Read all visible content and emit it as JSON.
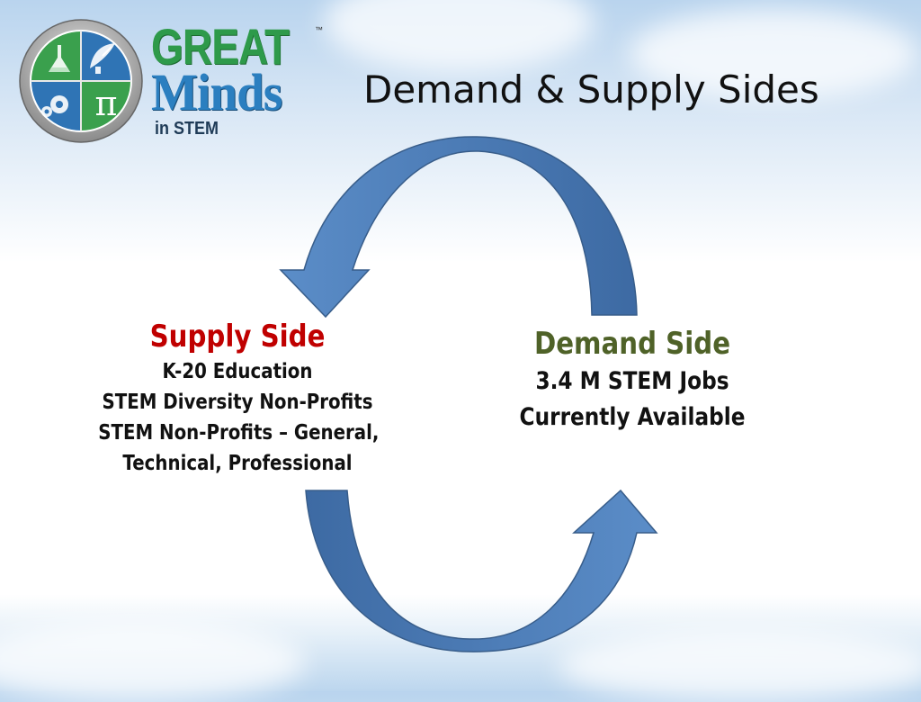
{
  "slide": {
    "title": "Demand & Supply Sides"
  },
  "logo": {
    "word_1": "GREAT",
    "trademark": "™",
    "word_2": "Minds",
    "word_3": "in STEM",
    "quadrant_icons": [
      "flask-icon",
      "satellite-dish-icon",
      "gears-icon",
      "pi-icon"
    ]
  },
  "supply": {
    "heading": "Supply Side",
    "lines": [
      "K-20 Education",
      "STEM Diversity Non-Profits",
      "STEM Non-Profits – General,",
      "Technical, Professional"
    ]
  },
  "demand": {
    "heading": "Demand Side",
    "lines": [
      "3.4 M STEM Jobs",
      "Currently Available"
    ]
  },
  "colors": {
    "arrow_fill": "#4f81bd",
    "arrow_dark": "#385d8a",
    "supply_heading": "#c00000",
    "demand_heading": "#4f6228",
    "logo_green": "#2e9a4a",
    "logo_blue": "#2b7fc0"
  }
}
